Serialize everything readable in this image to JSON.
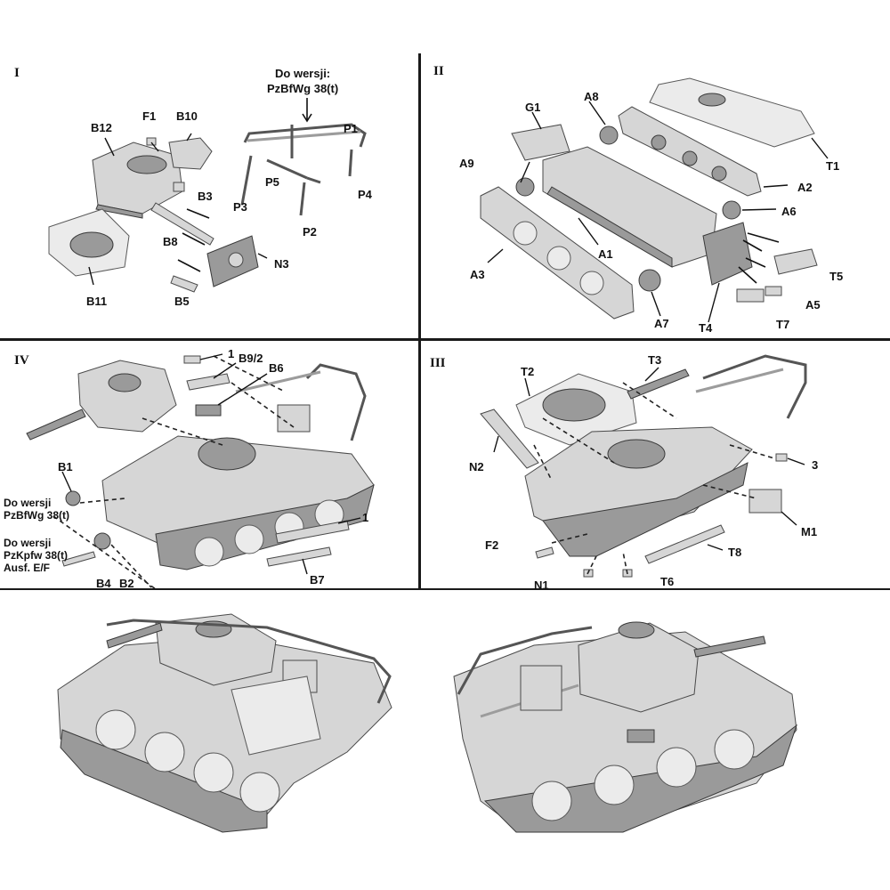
{
  "panels": {
    "p1": {
      "roman": "I",
      "note": [
        "Do wersji:",
        "PzBfWg 38(t)"
      ],
      "labels": [
        "B12",
        "F1",
        "B10",
        "B3",
        "B8",
        "N3",
        "B11",
        "B5",
        "P1",
        "P3",
        "P5",
        "P2",
        "P4"
      ]
    },
    "p2": {
      "roman": "II",
      "labels": [
        "G1",
        "A8",
        "T1",
        "A9",
        "A2",
        "A6",
        "A1",
        "A3",
        "A7",
        "T4",
        "T7",
        "A5",
        "T5"
      ]
    },
    "p4": {
      "roman": "IV",
      "notes": [
        [
          "Do wersji",
          "PzBfWg 38(t)"
        ],
        [
          "Do wersji",
          "PzKpfw 38(t)",
          "Ausf. E/F"
        ]
      ],
      "labels": [
        "1",
        "B9/2",
        "B6",
        "B1",
        "B4",
        "B2",
        "B7",
        "1"
      ]
    },
    "p3": {
      "roman": "III",
      "labels": [
        "T3",
        "T2",
        "N2",
        "3",
        "M1",
        "F2",
        "N1",
        "T6",
        "T8"
      ]
    }
  },
  "colors": {
    "frame": "#1a1a1a",
    "plastic": "#d6d6d6",
    "shade": "#9a9a9a"
  },
  "icons": [
    "tank-hull-icon",
    "turret-icon",
    "track-icon",
    "antenna-rail-icon"
  ]
}
